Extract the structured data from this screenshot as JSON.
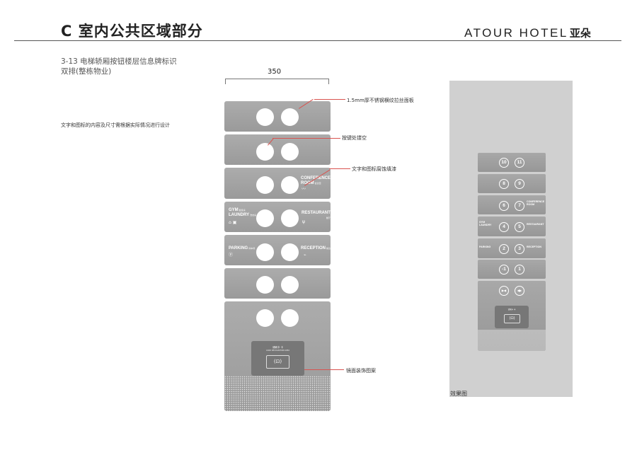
{
  "header": {
    "title": "C 室内公共区域部分",
    "brand_en": "ATOUR HOTEL",
    "brand_cn": "亚朵"
  },
  "section": {
    "line1": "3-13  电梯轿厢按钮楼层信息牌标识",
    "line2": "双排(整栋物业)"
  },
  "note": "文字和图标的内容及尺寸需根据实际情况进行设计",
  "dimension": "350",
  "annotations": {
    "panel_material": "1.5mm厚不锈钢横纹拉丝面板",
    "button_cutout": "按键处镂空",
    "text_etching": "文字和图标腐蚀填漆",
    "mirror_pattern": "镜面装饰图案"
  },
  "drawing_labels": {
    "conference": "CONFERENCE",
    "conference_room": "ROOM",
    "conference_cn": "会议室",
    "gym": "GYM",
    "gym_cn": "健身房",
    "laundry": "LAUNDRY",
    "laundry_cn": "洗衣房",
    "restaurant": "RESTAURANT",
    "restaurant_cn": "餐厅",
    "parking": "PARKING",
    "parking_cn": "停车场",
    "reception": "RECEPTION",
    "reception_cn": "前台"
  },
  "card": {
    "title": "请刷卡 卡",
    "subtitle": "CARD RECOGNITION AREA"
  },
  "preview": {
    "caption": "效果图",
    "floors": [
      [
        "10",
        "11"
      ],
      [
        "8",
        "9"
      ],
      [
        "6",
        "7"
      ],
      [
        "4",
        "5"
      ],
      [
        "2",
        "3"
      ],
      [
        "-1",
        "1"
      ],
      [
        "▶◀",
        "◀▶"
      ]
    ]
  },
  "colors": {
    "panel": "#a3a3a3",
    "annotation_line": "#d9534f",
    "preview_background": "#d0d0d0"
  }
}
